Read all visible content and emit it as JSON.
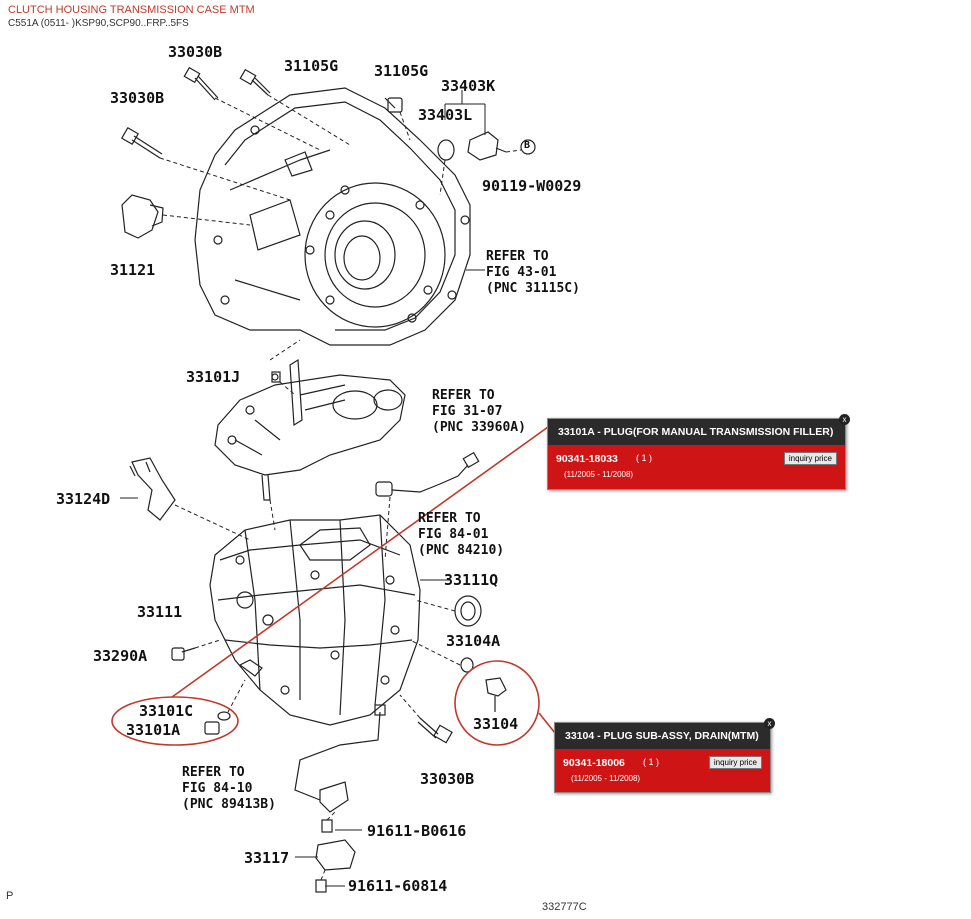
{
  "header": {
    "title": "CLUTCH HOUSING TRANSMISSION CASE MTM",
    "subtitle": "C551A (0511- )KSP90,SCP90..FRP..5FS"
  },
  "labels": {
    "p33030b_1": "33030B",
    "p31105g_1": "31105G",
    "p31105g_2": "31105G",
    "p33403k": "33403K",
    "p33030b_2": "33030B",
    "p33403l": "33403L",
    "p90119": "90119-W0029",
    "p31121": "31121",
    "p33101j": "33101J",
    "p33124d": "33124D",
    "p33111q": "33111Q",
    "p33111": "33111",
    "p33104a": "33104A",
    "p33290a": "33290A",
    "p33101c": "33101C",
    "p33101a": "33101A",
    "p33104": "33104",
    "p33030b_3": "33030B",
    "p91611b": "91611-B0616",
    "p33117": "33117",
    "p91611": "91611-60814",
    "ghost": "33101C",
    "b_marker": "B"
  },
  "refs": {
    "r1": "REFER TO\nFIG 43-01\n(PNC 31115C)",
    "r2": "REFER TO\nFIG 31-07\n(PNC 33960A)",
    "r3": "REFER TO\nFIG 84-01\n(PNC 84210)",
    "r4": "REFER TO\nFIG 84-10\n(PNC 89413B)"
  },
  "popups": {
    "plug_filler": {
      "title": "33101A - PLUG(FOR MANUAL TRANSMISSION FILLER)",
      "part_no": "90341-18033",
      "qty": "( 1 )",
      "dates": "(11/2005 - 11/2008)",
      "button": "inquiry price",
      "close": "x"
    },
    "plug_drain": {
      "title": "33104 - PLUG SUB-ASSY, DRAIN(MTM)",
      "part_no": "90341-18006",
      "qty": "( 1 )",
      "dates": "(11/2005 - 11/2008)",
      "button": "inquiry price",
      "close": "x"
    }
  },
  "footer": {
    "left": "P",
    "code": "332777C"
  },
  "colors": {
    "highlight": "#c0392b",
    "popup_body": "#ce1414",
    "popup_header": "#2b2b2b"
  }
}
